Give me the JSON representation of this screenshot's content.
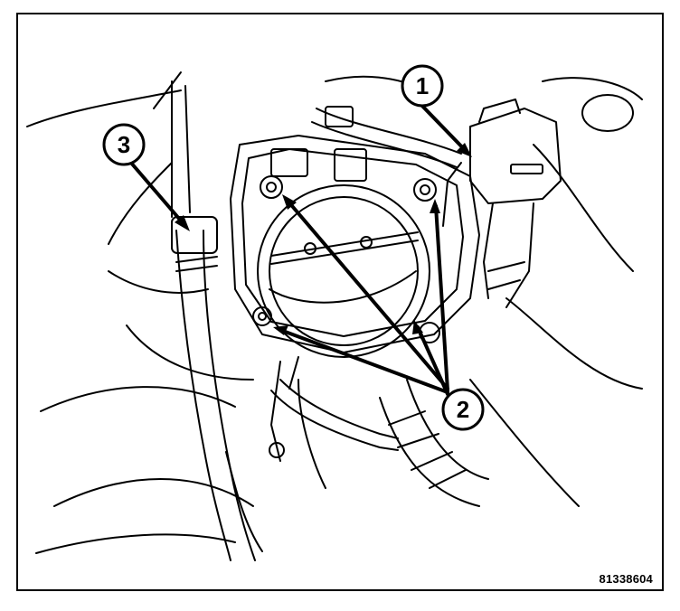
{
  "callouts": [
    {
      "id": "callout-1",
      "label": "1"
    },
    {
      "id": "callout-2",
      "label": "2"
    },
    {
      "id": "callout-3",
      "label": "3"
    }
  ],
  "figure_id": "81338604"
}
